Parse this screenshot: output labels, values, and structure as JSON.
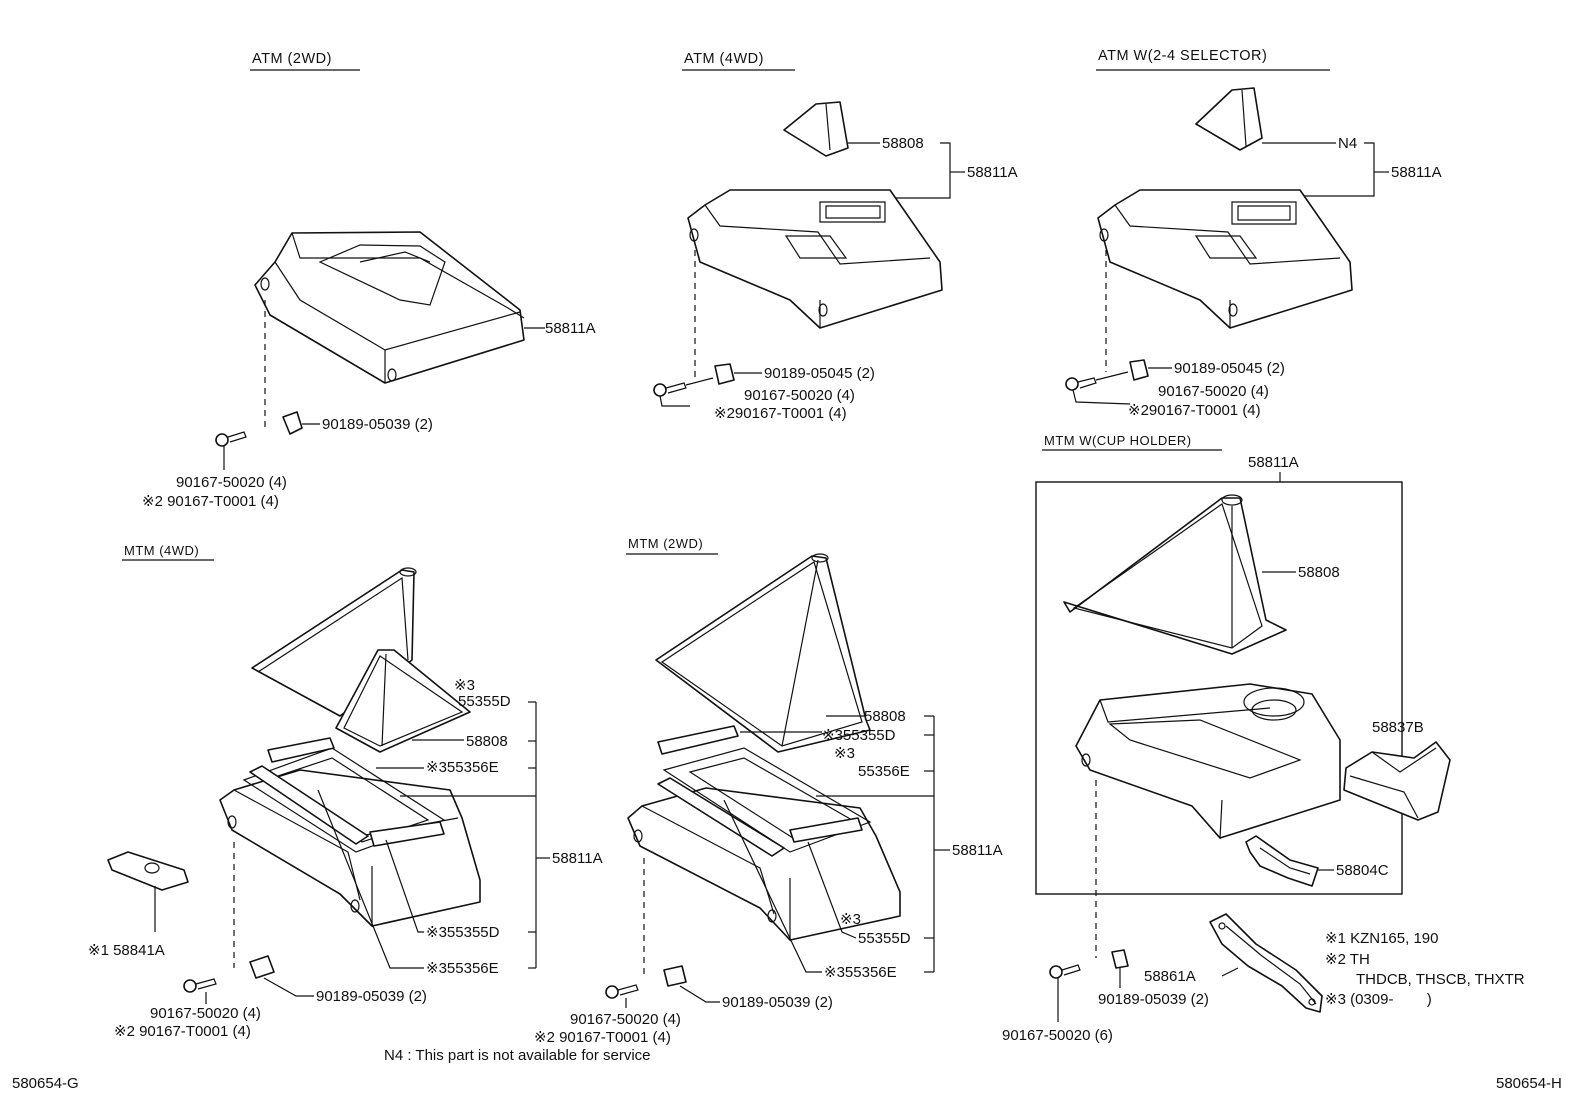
{
  "sections": {
    "atm_2wd": "ATM  (2WD)",
    "atm_4wd": "ATM  (4WD)",
    "atm_selector": "ATM W(2-4 SELECTOR)",
    "mtm_cup": "MTM W(CUP HOLDER)",
    "mtm_4wd": "MTM  (4WD)",
    "mtm_2wd": "MTM  (2WD)"
  },
  "atm_2wd": {
    "cover": "58811A",
    "clip": "90189-05039 (2)",
    "screw1": "90167-50020 (4)",
    "screw2": "※2 90167-T0001 (4)"
  },
  "atm_4wd": {
    "boot": "58808",
    "cover": "58811A",
    "clip": "90189-05045 (2)",
    "screw1": "90167-50020 (4)",
    "screw2": "※290167-T0001 (4)"
  },
  "atm_sel": {
    "boot": "N4",
    "cover": "58811A",
    "clip": "90189-05045 (2)",
    "screw1": "90167-50020 (4)",
    "screw2": "※290167-T0001 (4)"
  },
  "mtm_4wd": {
    "note3": "※3",
    "p55355d": "55355D",
    "boot": "58808",
    "p55356e_top": "※355356E",
    "cover": "58811A",
    "p55355d_bot": "※355355D",
    "p55356e_bot": "※355356E",
    "plate": "※1 58841A",
    "clip": "90189-05039 (2)",
    "screw1": "90167-50020 (4)",
    "screw2": "※2 90167-T0001 (4)"
  },
  "mtm_2wd": {
    "boot": "58808",
    "p55355d_top": "※355355D",
    "note3a": "※3",
    "p55356e_top": "55356E",
    "cover": "58811A",
    "note3b": "※3",
    "p55355d_bot": "55355D",
    "p55356e_bot": "※355356E",
    "clip": "90189-05039 (2)",
    "screw1": "90167-50020 (4)",
    "screw2": "※2 90167-T0001 (4)"
  },
  "mtm_cup": {
    "cover": "58811A",
    "boot": "58808",
    "holder": "58837B",
    "bracket": "58804C",
    "brace": "58861A",
    "clip": "90189-05039 (2)",
    "screw": "90167-50020 (6)"
  },
  "notes": {
    "n1": "※1 KZN165, 190",
    "n2": "※2 TH",
    "n2b": "THDCB, THSCB, THXTR",
    "n3": "※3 (0309-        )"
  },
  "footer": {
    "note": "N4 : This part is not available for service",
    "left_code": "580654-G",
    "right_code": "580654-H"
  }
}
